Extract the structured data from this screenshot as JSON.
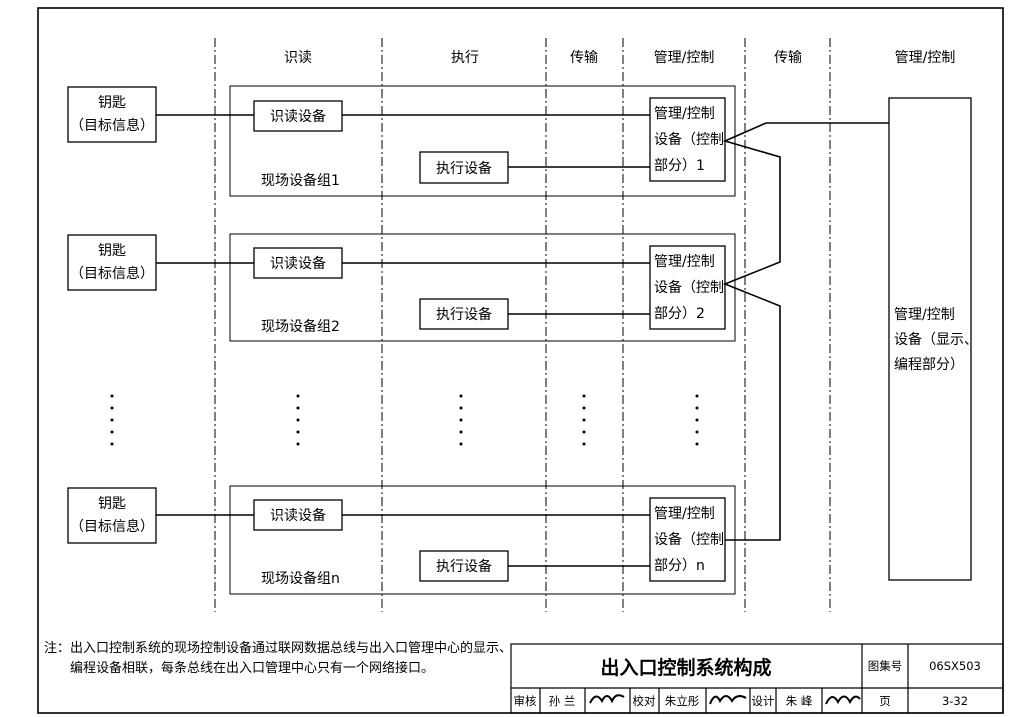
{
  "columns": [
    "识读",
    "执行",
    "传输",
    "管理/控制",
    "传输",
    "管理/控制"
  ],
  "groups": [
    {
      "key_title": "钥匙",
      "key_sub": "（目标信息）",
      "reader": "识读设备",
      "actuator": "执行设备",
      "group_label": "现场设备组1",
      "ctrl_lines": [
        "管理/控制",
        "设备（控制",
        "部分）1"
      ]
    },
    {
      "key_title": "钥匙",
      "key_sub": "（目标信息）",
      "reader": "识读设备",
      "actuator": "执行设备",
      "group_label": "现场设备组2",
      "ctrl_lines": [
        "管理/控制",
        "设备（控制",
        "部分）2"
      ]
    },
    {
      "key_title": "钥匙",
      "key_sub": "（目标信息）",
      "reader": "识读设备",
      "actuator": "执行设备",
      "group_label": "现场设备组n",
      "ctrl_lines": [
        "管理/控制",
        "设备（控制",
        "部分）n"
      ]
    }
  ],
  "central": {
    "lines": [
      "管理/控制",
      "设备（显示、",
      "编程部分）"
    ]
  },
  "note": {
    "prefix": "注：",
    "lines": [
      "出入口控制系统的现场控制设备通过联网数据总线与出入口管理中心的显示、",
      "编程设备相联，每条总线在出入口管理中心只有一个网络接口。"
    ]
  },
  "title_block": {
    "title": "出入口控制系统构成",
    "atlas_label": "图集号",
    "atlas_no": "06SX503",
    "page_label": "页",
    "page_no": "3-32",
    "review_label": "审核",
    "review_name": "孙 兰",
    "check_label": "校对",
    "check_name": "朱立彤",
    "design_label": "设计",
    "design_name": "朱 峰"
  }
}
